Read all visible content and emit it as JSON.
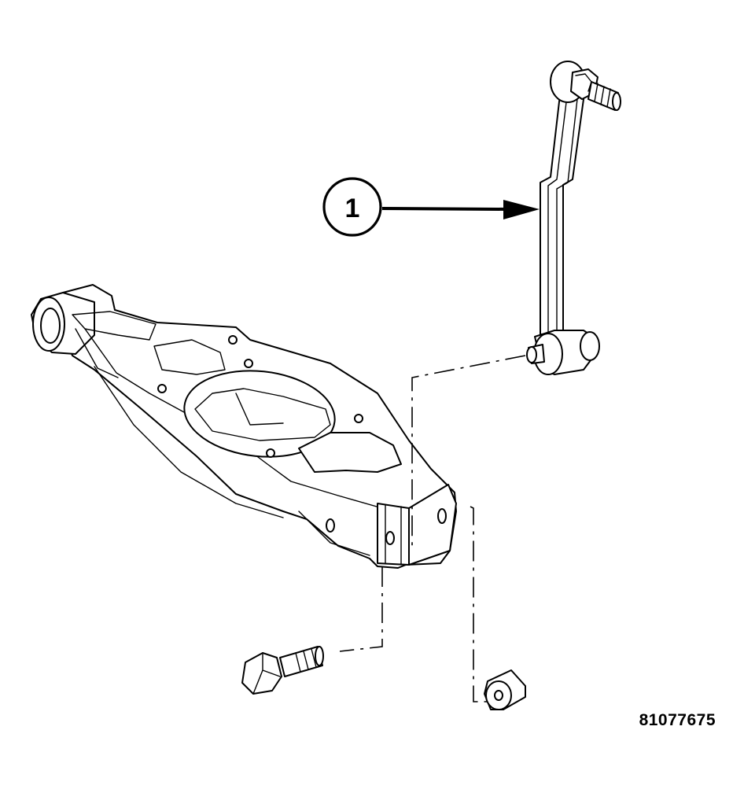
{
  "diagram": {
    "callouts": [
      {
        "number": "1",
        "part": "stabilizer link"
      }
    ],
    "figure_id": "81077675"
  }
}
